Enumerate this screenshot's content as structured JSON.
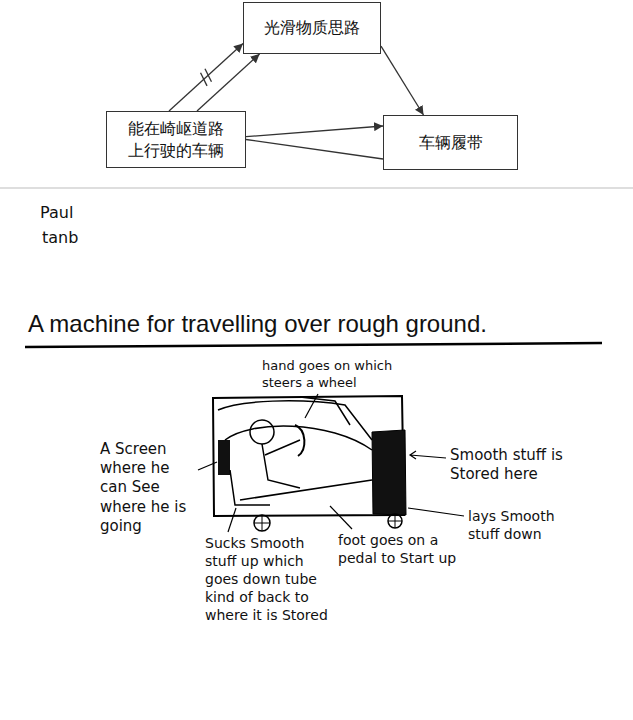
{
  "diagram": {
    "title": "A machine for travelling over rough ground.",
    "nodes": [
      {
        "text": [
          "光滑物质思路"
        ]
      },
      {
        "text": [
          "能在崎岖道路上行驶的车辆"
        ]
      },
      {
        "text": [
          "车辆履带"
        ]
      }
    ],
    "edges": [
      {
        "from": 1,
        "to": 0,
        "arrow": "to"
      },
      {
        "from": 1,
        "to": 0,
        "arrow": "to"
      },
      {
        "from": 0,
        "to": 2,
        "arrow": "to"
      },
      {
        "from": 1,
        "to": 2,
        "arrow": "to"
      },
      {
        "from": 1,
        "to": 2,
        "arrow": "none"
      }
    ],
    "labels": [
      "Paul",
      "tanb",
      "hand goes on which steers a wheel",
      "A Screen where he can See where he is going",
      "Smooth stuff is Stored here",
      "Sucks Smooth stuff up which goes down tube kind of back to where it is Stored",
      "foot goes on a pedal to Start up",
      "lays Smooth stuff down"
    ]
  }
}
